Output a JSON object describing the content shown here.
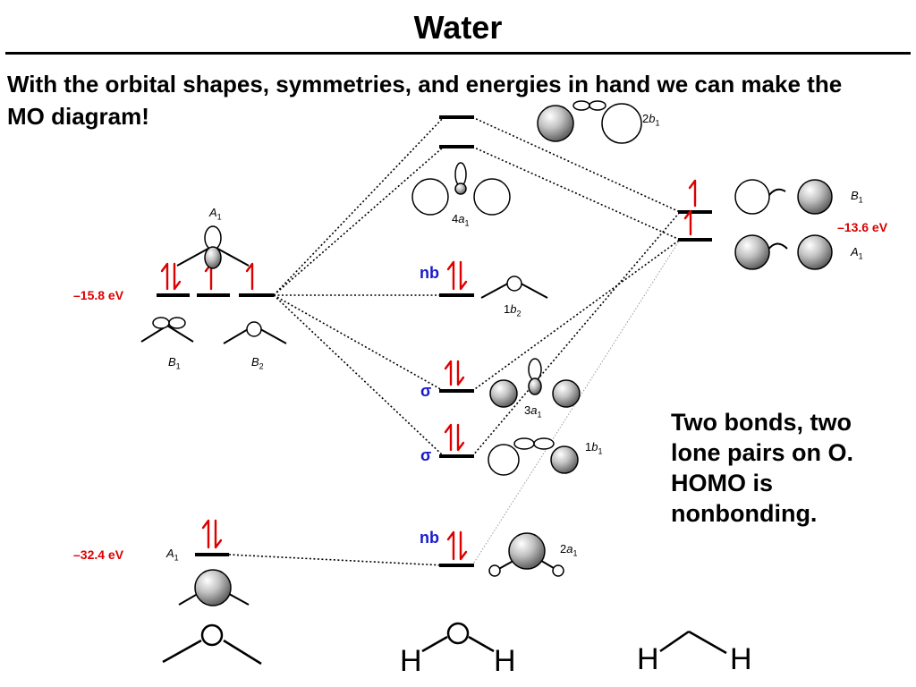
{
  "title": "Water",
  "subtitle": "With the orbital shapes, symmetries, and energies in hand we can make the MO diagram!",
  "note": "Two bonds, two lone pairs on O. HOMO is nonbonding.",
  "colors": {
    "energy": "#dd0000",
    "mo_label": "#1a1acc",
    "arrow": "#dd0000",
    "line": "#000000"
  },
  "oxygen": {
    "energy_2p": "–15.8 eV",
    "energy_2s": "–32.4 eV",
    "labels": [
      {
        "pre": "",
        "sym": "A",
        "sub": "1"
      },
      {
        "pre": "",
        "sym": "B",
        "sub": "1"
      },
      {
        "pre": "",
        "sym": "B",
        "sub": "2"
      },
      {
        "pre": "",
        "sym": "A",
        "sub": "1"
      }
    ]
  },
  "hydrogen": {
    "energy": "–13.6 eV",
    "labels": [
      {
        "pre": "",
        "sym": "B",
        "sub": "1"
      },
      {
        "pre": "",
        "sym": "A",
        "sub": "1"
      }
    ]
  },
  "molecular_orbitals": [
    {
      "pre": "2",
      "sym": "b",
      "sub": "1",
      "tag": ""
    },
    {
      "pre": "4",
      "sym": "a",
      "sub": "1",
      "tag": ""
    },
    {
      "pre": "1",
      "sym": "b",
      "sub": "2",
      "tag": "nb"
    },
    {
      "pre": "3",
      "sym": "a",
      "sub": "1",
      "tag": "σ"
    },
    {
      "pre": "1",
      "sym": "b",
      "sub": "1",
      "tag": "σ"
    },
    {
      "pre": "2",
      "sym": "a",
      "sub": "1",
      "tag": "nb"
    }
  ],
  "bottom_atoms": {
    "h": "H"
  }
}
